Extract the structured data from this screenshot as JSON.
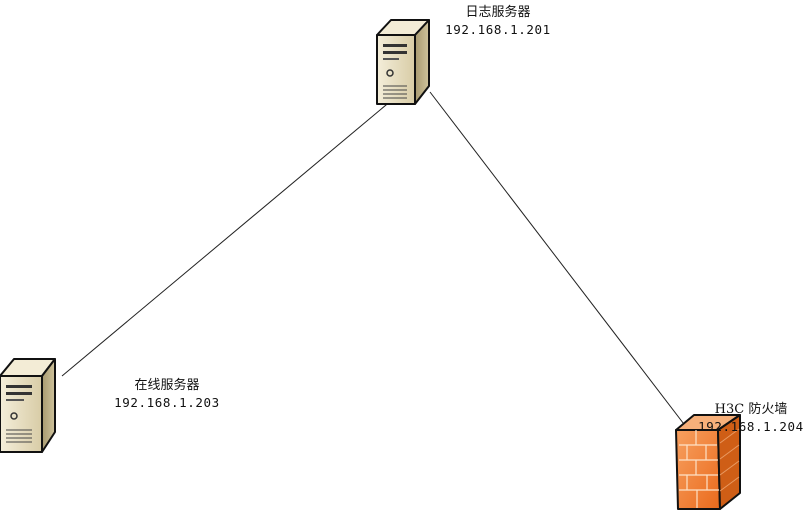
{
  "nodes": [
    {
      "id": "log-server",
      "type": "server",
      "name": "日志服务器",
      "ip": "192.168.1.201"
    },
    {
      "id": "online-server",
      "type": "server",
      "name": "在线服务器",
      "ip": "192.168.1.203"
    },
    {
      "id": "firewall",
      "type": "firewall",
      "name": "H3C 防火墙",
      "ip": "192.168.1.204"
    }
  ],
  "links": [
    {
      "from": "log-server",
      "to": "online-server"
    },
    {
      "from": "log-server",
      "to": "firewall"
    }
  ],
  "colors": {
    "server_front": "#e6dcc0",
    "server_side": "#b4a67c",
    "server_top": "#f3ecd6",
    "firewall_front": "#f07a2a",
    "firewall_side": "#c85a14",
    "firewall_top": "#f7b07a",
    "link": "#222222"
  }
}
